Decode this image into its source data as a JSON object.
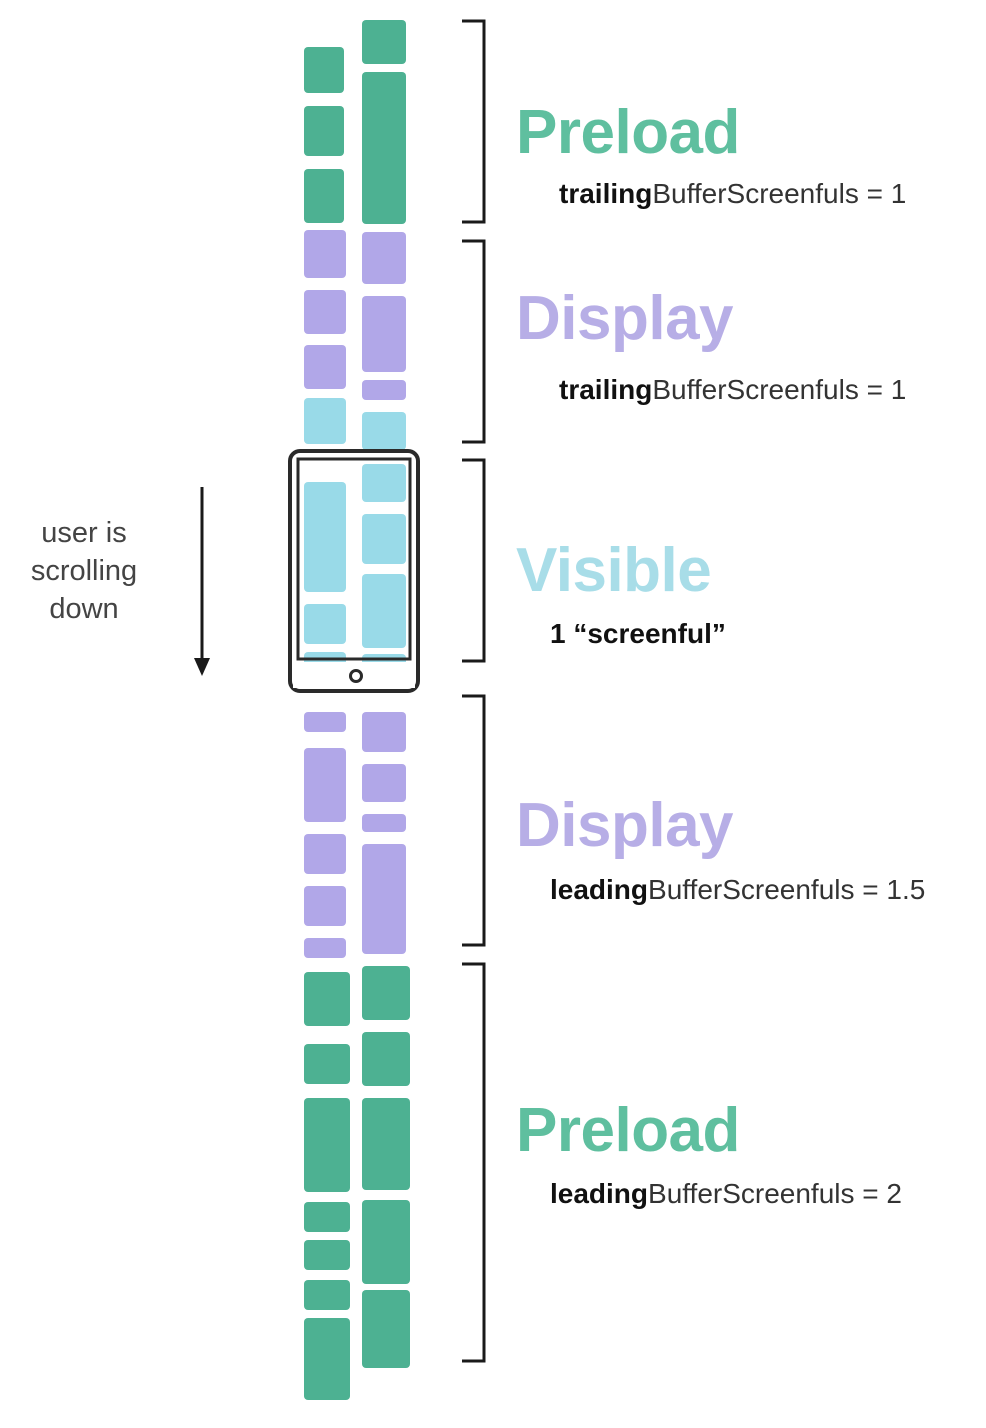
{
  "colors": {
    "preload": "#5fbf9f",
    "preload_tile": "#3aa886",
    "display": "#b7aee6",
    "display_tile": "#a99de6",
    "visible": "#a8dde8",
    "visible_tile": "#8ed6e6",
    "text_dark": "#111111",
    "text_gray": "#444444"
  },
  "scroll_hint": {
    "lines": [
      "user is",
      "scrolling",
      "down"
    ]
  },
  "regions": [
    {
      "id": "preload-top",
      "title": "Preload",
      "sub_bold": "trailing",
      "sub_rest": "BufferScreenfuls = 1",
      "color_key": "preload"
    },
    {
      "id": "display-top",
      "title": "Display",
      "sub_bold": "trailing",
      "sub_rest": "BufferScreenfuls = 1",
      "color_key": "display"
    },
    {
      "id": "visible",
      "title": "Visible",
      "sub": "1 “screenful”",
      "color_key": "visible"
    },
    {
      "id": "display-bottom",
      "title": "Display",
      "sub_bold": "leading",
      "sub_rest": "BufferScreenfuls = 1.5",
      "color_key": "display"
    },
    {
      "id": "preload-bottom",
      "title": "Preload",
      "sub_bold": "leading",
      "sub_rest": "BufferScreenfuls = 2",
      "color_key": "preload"
    }
  ]
}
